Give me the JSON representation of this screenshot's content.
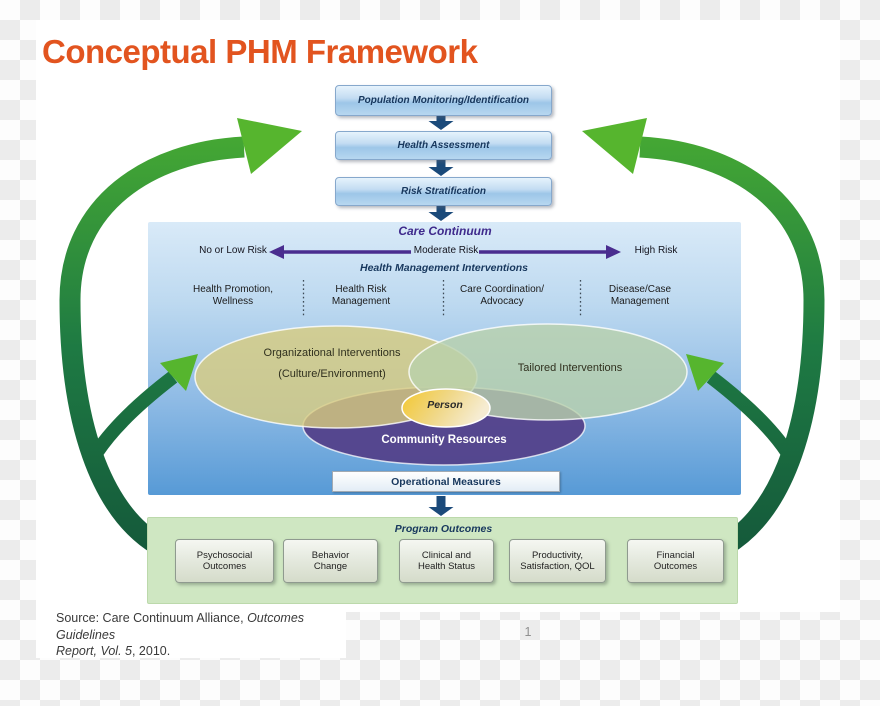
{
  "title": "Conceptual PHM Framework",
  "flow_boxes": [
    "Population Monitoring/Identification",
    "Health Assessment",
    "Risk Stratification"
  ],
  "care_continuum": {
    "title": "Care Continuum",
    "risk_labels": {
      "low": "No or Low Risk",
      "moderate": "Moderate Risk",
      "high": "High Risk"
    },
    "interventions_title": "Health Management Interventions",
    "columns": [
      "Health Promotion,\nWellness",
      "Health Risk\nManagement",
      "Care Coordination/\nAdvocacy",
      "Disease/Case\nManagement"
    ],
    "venn": {
      "organizational": "Organizational Interventions\n(Culture/Environment)",
      "tailored": "Tailored Interventions",
      "person": "Person",
      "community": "Community Resources"
    },
    "operational_measures": "Operational Measures"
  },
  "program_outcomes": {
    "title": "Program Outcomes",
    "boxes": [
      "Psychosocial\nOutcomes",
      "Behavior\nChange",
      "Clinical and\nHealth Status",
      "Productivity,\nSatisfaction, QOL",
      "Financial\nOutcomes"
    ]
  },
  "source": {
    "prefix": "Source: Care Continuum Alliance, ",
    "italic1": "Outcomes Guidelines",
    "italic2": "Report, Vol. 5",
    "suffix": ", 2010."
  },
  "page_number": "1",
  "palette": {
    "title_orange": "#E2541F",
    "navy_text": "#17375D",
    "purple_accent": "#3F2A8C",
    "risk_arrow_purple": "#4A2D8F",
    "flow_arrow_navy": "#1B4A7A",
    "care_box_blue_top": "#D9EAF8",
    "care_box_blue_bottom": "#579AD6",
    "green_arrow_dark": "#175F3D",
    "green_arrow_bright": "#56B52E",
    "outcomes_green": "#CFE7C2",
    "venn_yellow": "#D8CC7E",
    "venn_green": "#B9D1AB",
    "venn_purple": "#53418A",
    "person_gold": "#F3C72E"
  }
}
